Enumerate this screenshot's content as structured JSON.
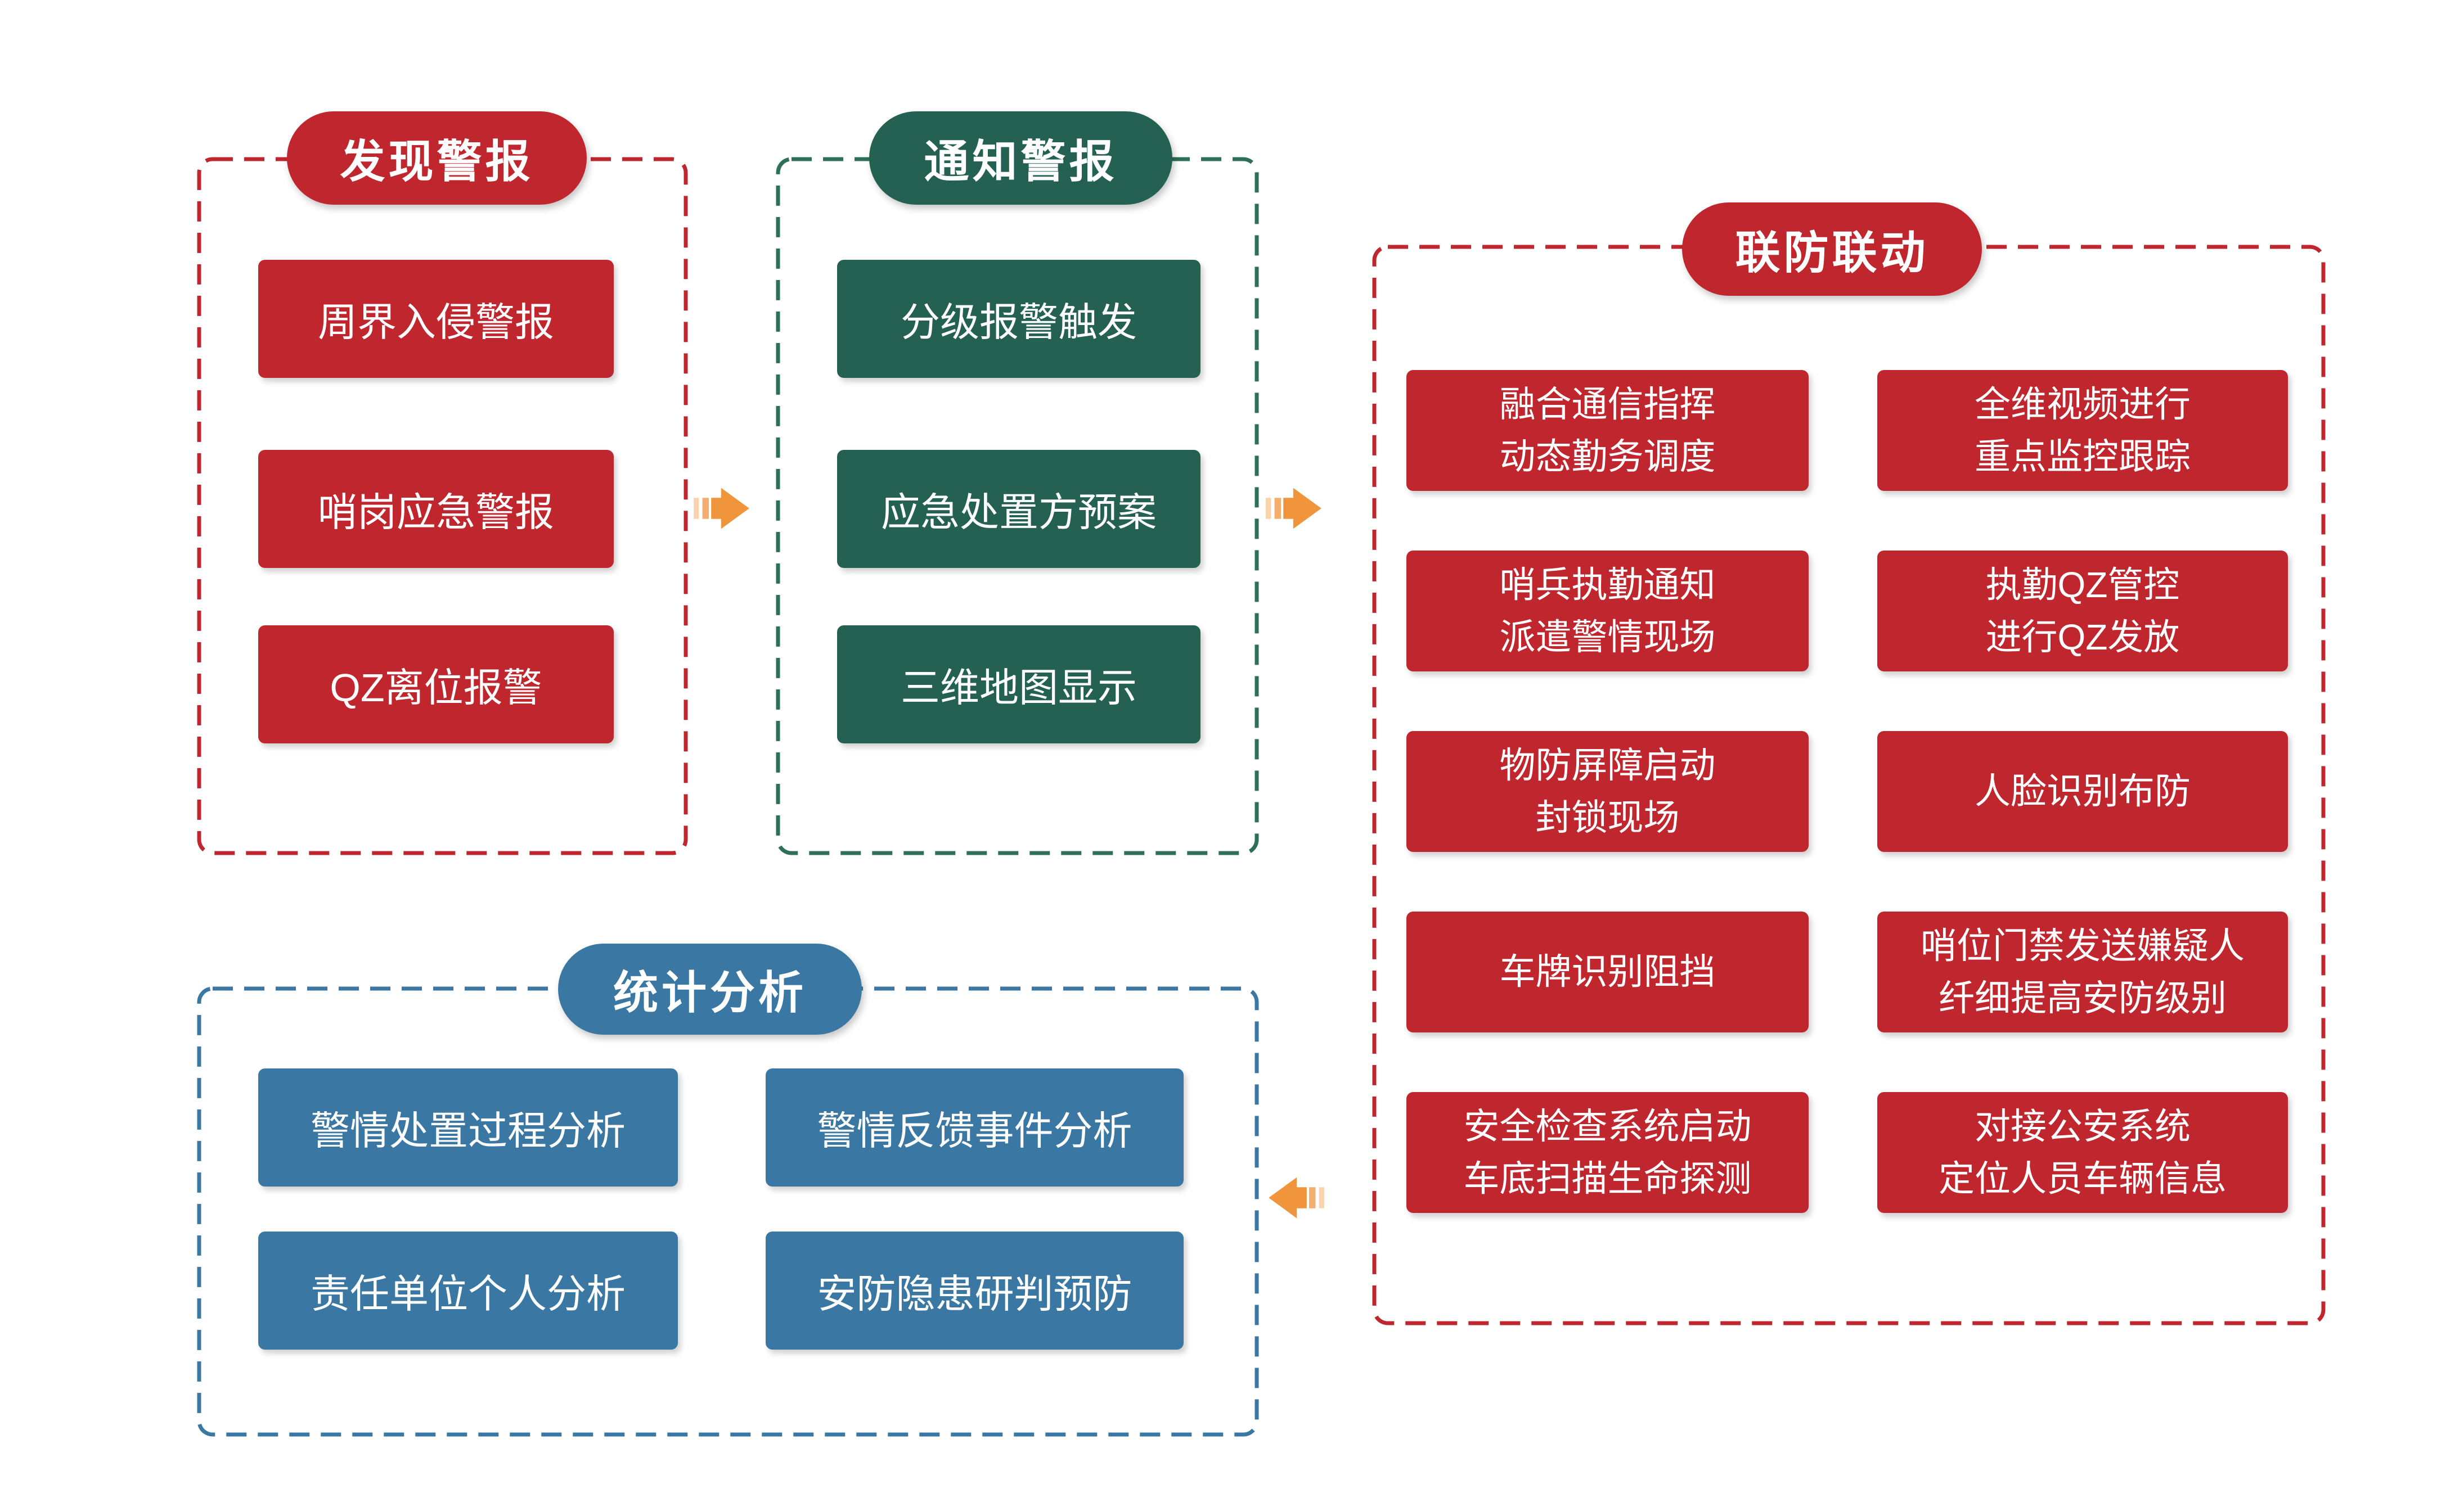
{
  "colors": {
    "red": "#C0262E",
    "green": "#256152",
    "green_dash": "#2E6F5A",
    "blue": "#3A77A3",
    "orange": "#F0953C",
    "orange_mid": "#F5AE6E",
    "orange_pale": "#FAD4AC",
    "text_on_fill": "#FFFFFF",
    "background": "#FFFFFF"
  },
  "sections": {
    "discover": {
      "title": "发现警报",
      "items": [
        "周界入侵警报",
        "哨岗应急警报",
        "QZ离位报警"
      ]
    },
    "notify": {
      "title": "通知警报",
      "items": [
        "分级报警触发",
        "应急处置方预案",
        "三维地图显示"
      ]
    },
    "linkage": {
      "title": "联防联动",
      "col1": [
        [
          "融合通信指挥",
          "动态勤务调度"
        ],
        [
          "哨兵执勤通知",
          "派遣警情现场"
        ],
        [
          "物防屏障启动",
          "封锁现场"
        ],
        [
          "车牌识别阻挡"
        ],
        [
          "安全检查系统启动",
          "车底扫描生命探测"
        ]
      ],
      "col2": [
        [
          "全维视频进行",
          "重点监控跟踪"
        ],
        [
          "执勤QZ管控",
          "进行QZ发放"
        ],
        [
          "人脸识别布防"
        ],
        [
          "哨位门禁发送嫌疑人",
          "纤细提高安防级别"
        ],
        [
          "对接公安系统",
          "定位人员车辆信息"
        ]
      ]
    },
    "stats": {
      "title": "统计分析",
      "items": [
        "警情处置过程分析",
        "警情反馈事件分析",
        "责任单位个人分析",
        "安防隐患研判预防"
      ]
    }
  },
  "arrows": [
    {
      "name": "discover-to-notify",
      "direction": "right"
    },
    {
      "name": "notify-to-linkage",
      "direction": "right"
    },
    {
      "name": "linkage-to-stats",
      "direction": "left"
    }
  ]
}
